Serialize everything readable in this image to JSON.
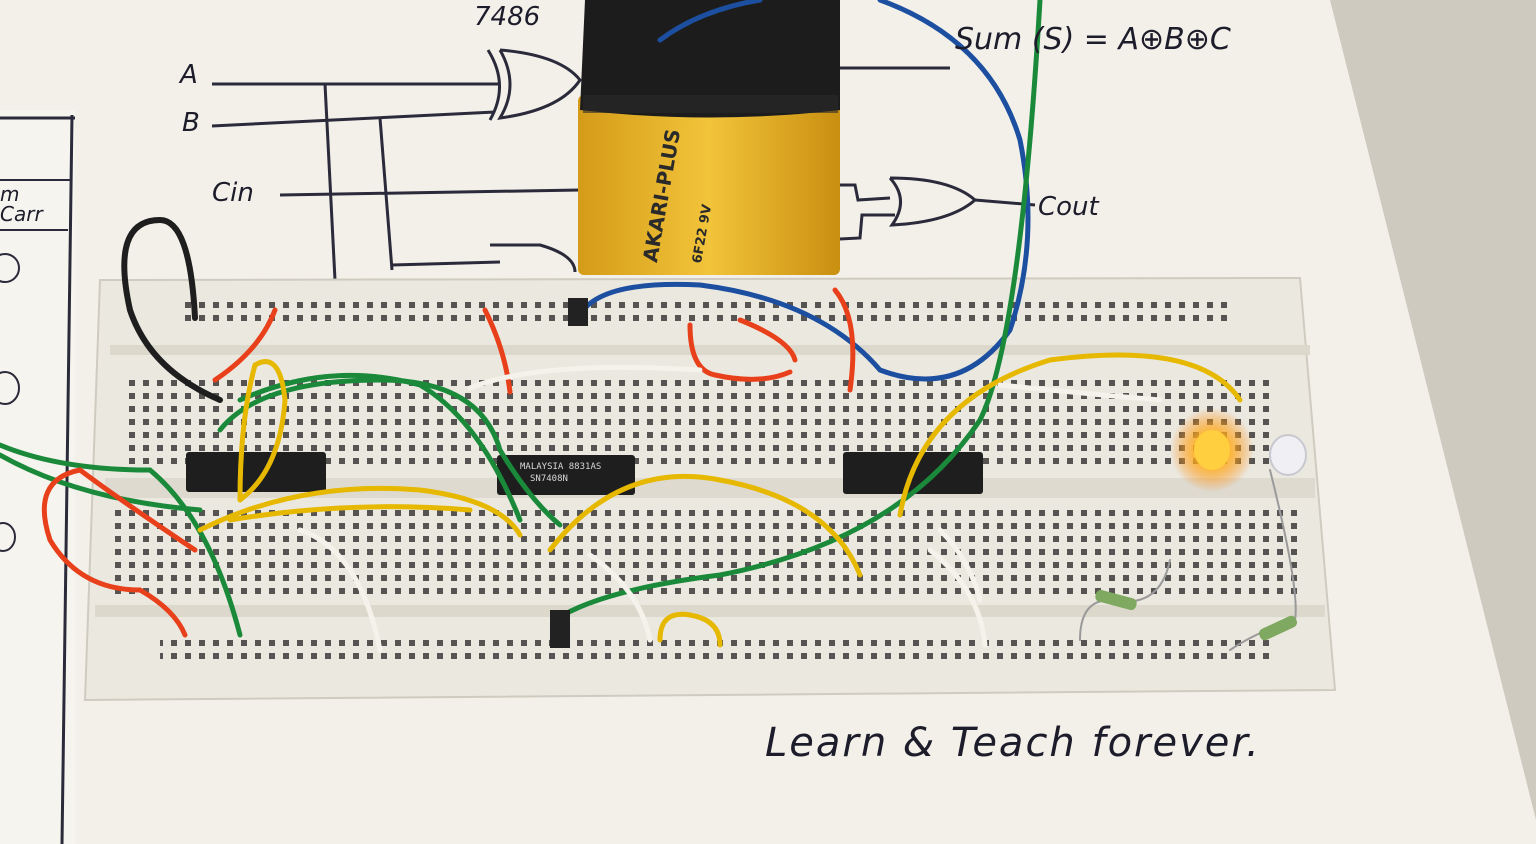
{
  "schematic": {
    "ic_label": "7486",
    "input_a": "A",
    "input_b": "B",
    "input_cin": "Cin",
    "sum_equation": "Sum (S) = A⊕B⊕C",
    "carry_out": "Cout",
    "left_table_header": "m\nCarr"
  },
  "breadboard": {
    "ic_middle_line1": "MALAYSIA 8831AS",
    "ic_middle_line2": "SN7408N",
    "battery_brand": "AKARI-PLUS",
    "battery_spec": "6F22 9V"
  },
  "footer_note": "Learn & Teach forever.",
  "colors": {
    "paper": "#f2efe8",
    "breadboard": "#ece9df",
    "battery": "#e8b830",
    "wire_red": "#e8401a",
    "wire_yellow": "#e6b800",
    "wire_green": "#1a8a3a",
    "wire_blue": "#1d4fa0",
    "wire_white": "#f4f2ea",
    "led_lit": "#ffb020"
  }
}
